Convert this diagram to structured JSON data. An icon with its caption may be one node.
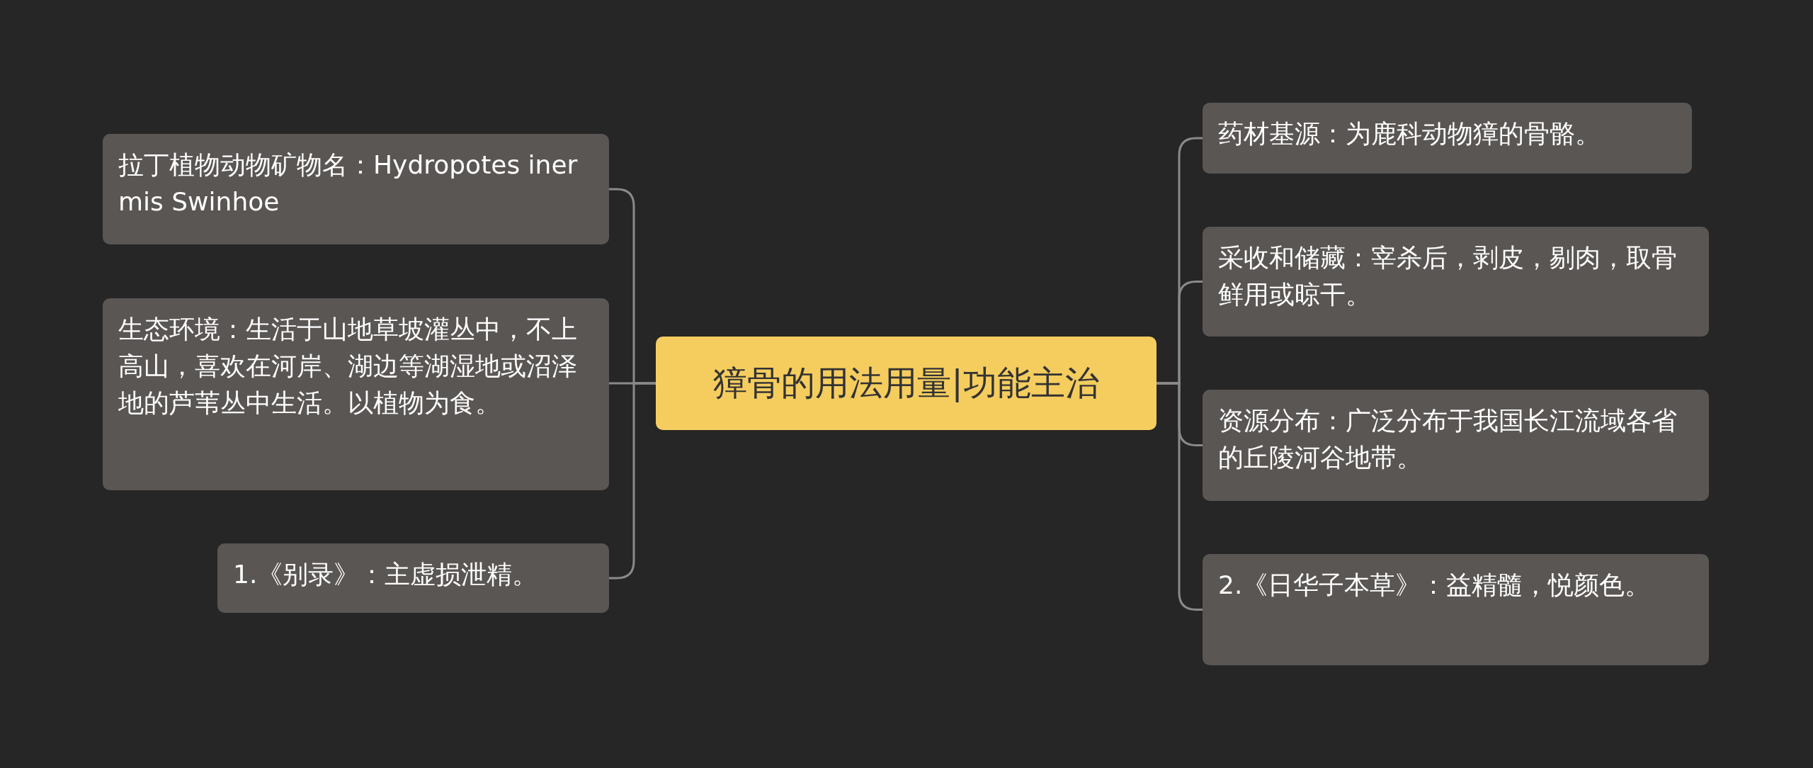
{
  "diagram": {
    "nodes": [
      {
        "text": [
          "獐骨的用法用量|功能主治"
        ]
      },
      {
        "text": [
          "拉丁植物动物矿物名：Hydropotes inermis Swinhoe"
        ]
      },
      {
        "text": [
          "生态环境：生活于山地草坡灌丛中，不上高山，喜欢在河岸、湖边等湖湿地或沼泽地的芦苇丛中生活。以植物为食。"
        ]
      },
      {
        "text": [
          "1.《别录》：主虚损泄精。"
        ]
      },
      {
        "text": [
          "药材基源：为鹿科动物獐的骨骼。"
        ]
      },
      {
        "text": [
          "采收和储藏：宰杀后，剥皮，剔肉，取骨鲜用或晾干。"
        ]
      },
      {
        "text": [
          "资源分布：广泛分布于我国长江流域各省的丘陵河谷地带。"
        ]
      },
      {
        "text": [
          "2.《日华子本草》：益精髓，悦颜色。"
        ]
      }
    ],
    "edges": [
      {
        "from": 0,
        "to": 1,
        "arrow": "none"
      },
      {
        "from": 0,
        "to": 2,
        "arrow": "none"
      },
      {
        "from": 0,
        "to": 3,
        "arrow": "none"
      },
      {
        "from": 0,
        "to": 4,
        "arrow": "none"
      },
      {
        "from": 0,
        "to": 5,
        "arrow": "none"
      },
      {
        "from": 0,
        "to": 6,
        "arrow": "none"
      },
      {
        "from": 0,
        "to": 7,
        "arrow": "none"
      }
    ]
  }
}
